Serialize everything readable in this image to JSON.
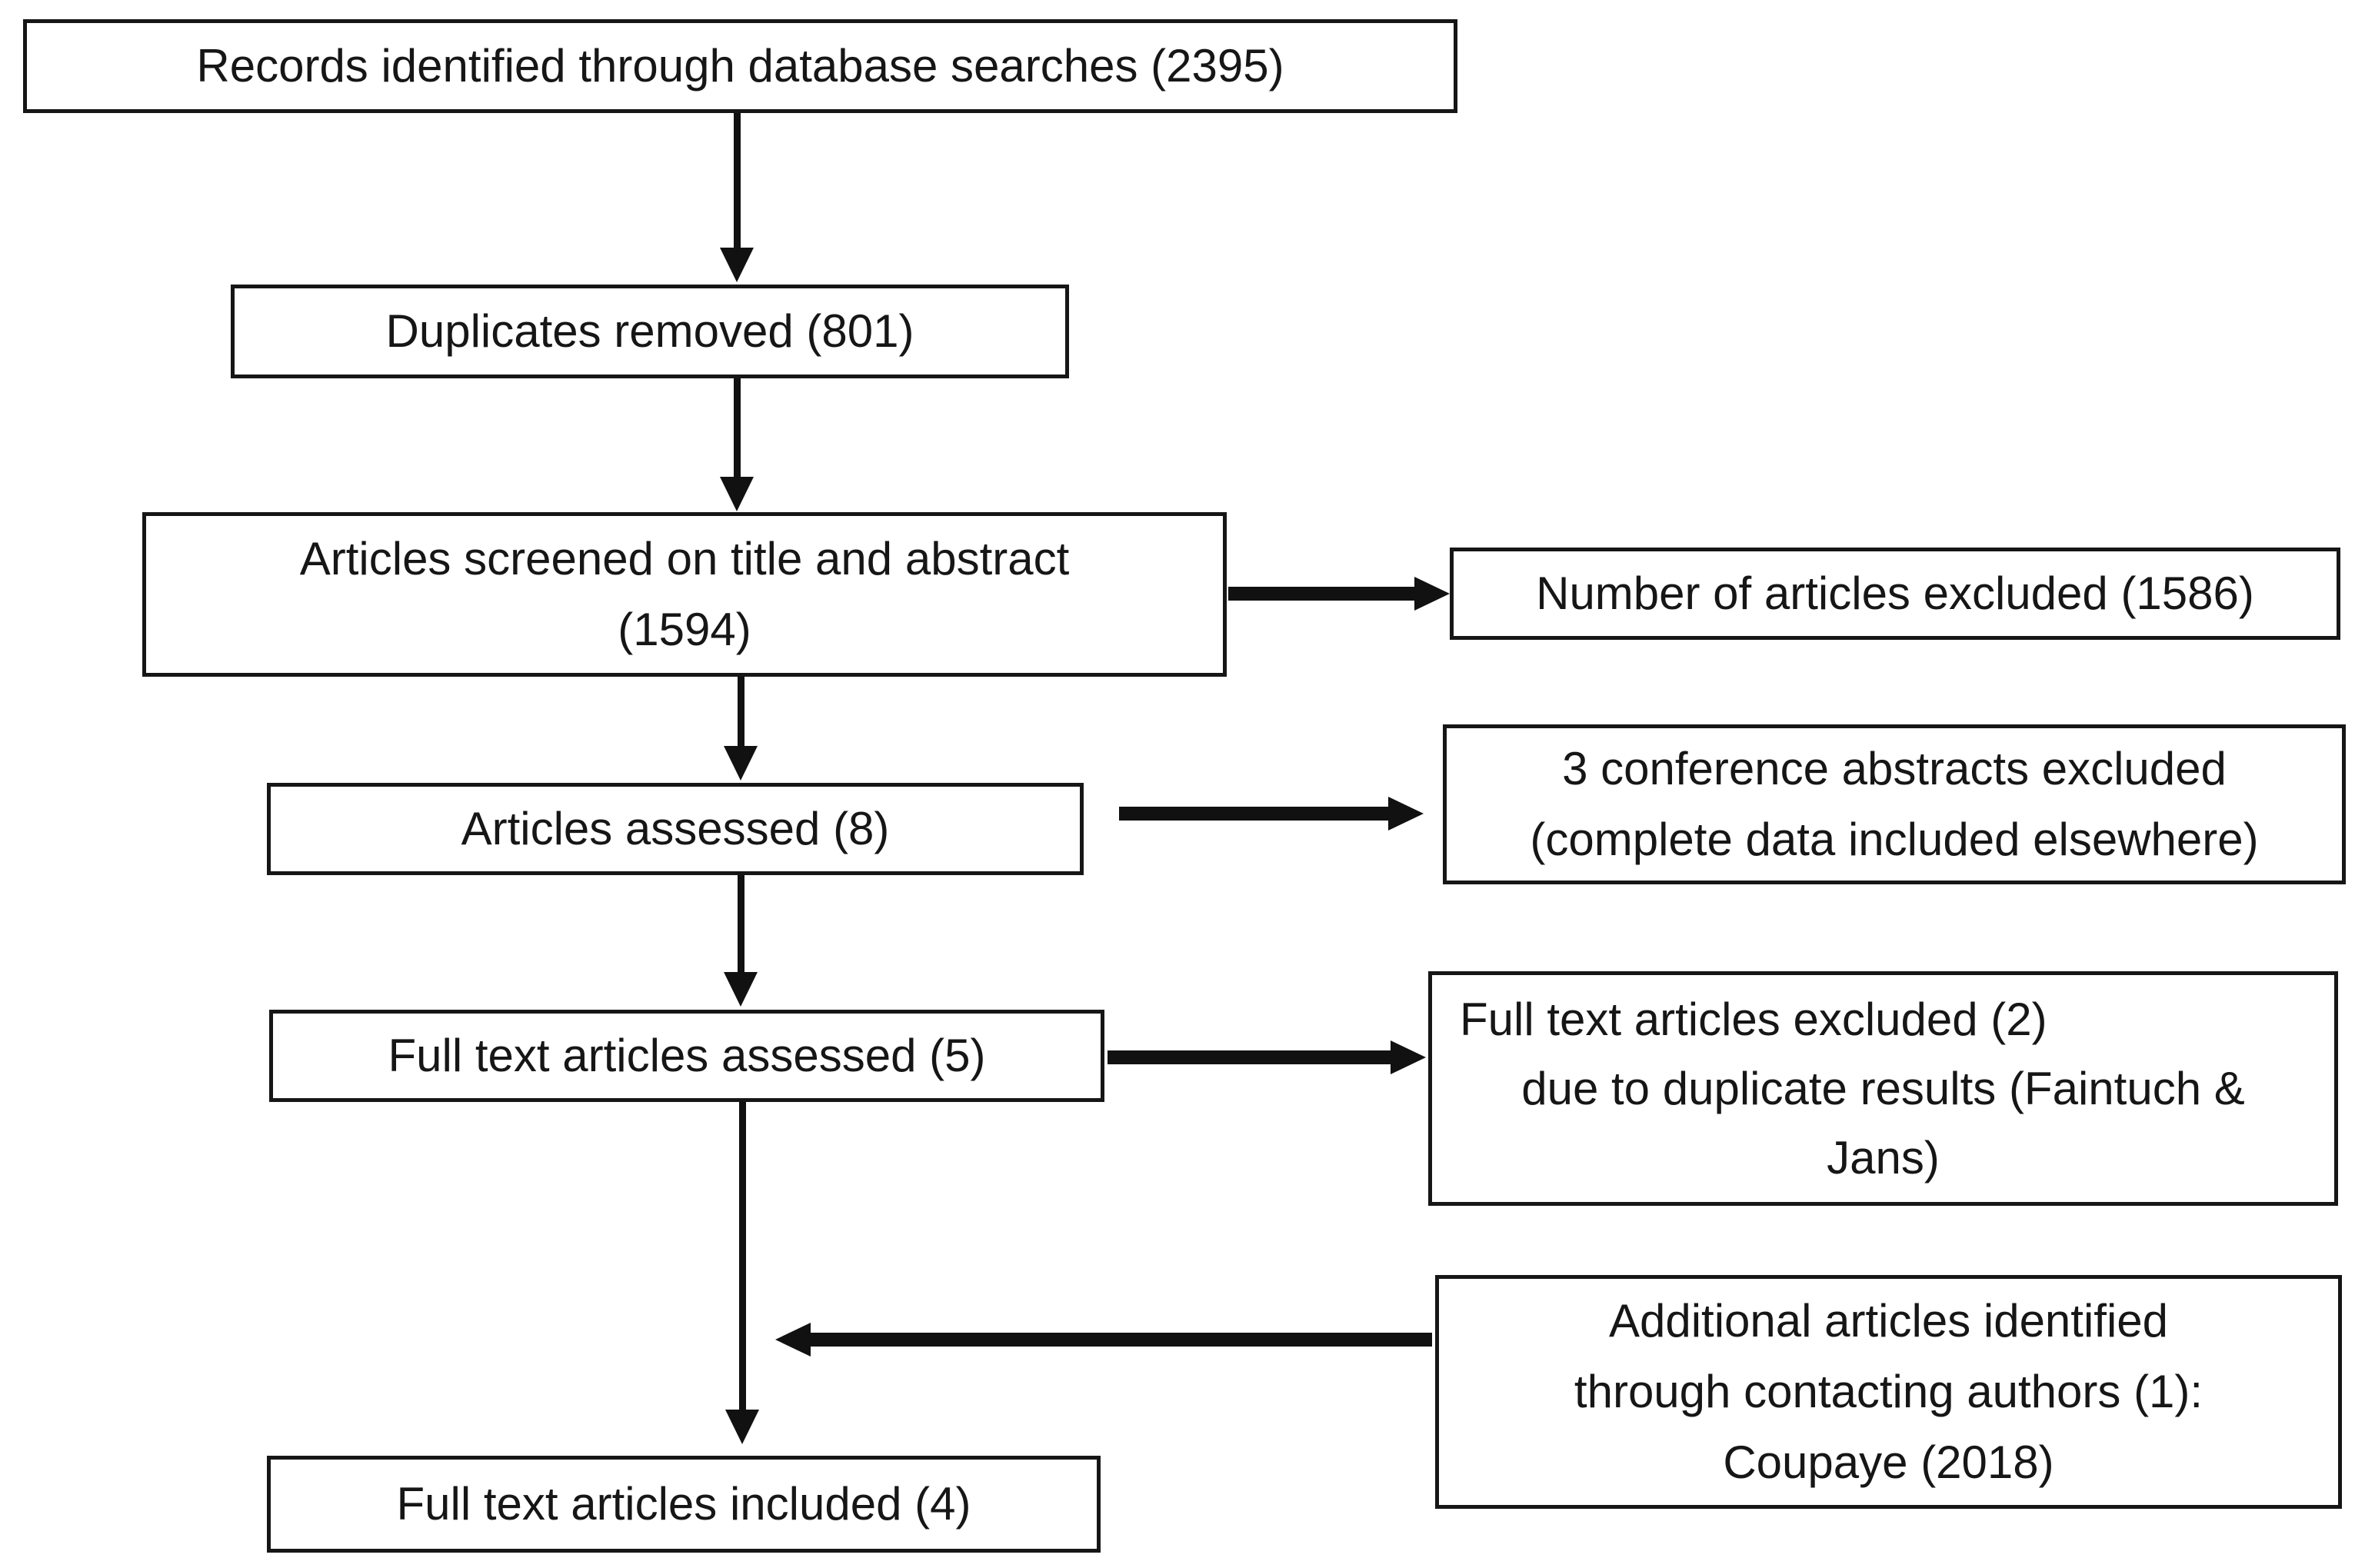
{
  "diagram_type": "flowchart",
  "main_flow": [
    {
      "id": "records",
      "label": "Records identified through database searches (2395)"
    },
    {
      "id": "duplicates",
      "label": "Duplicates removed (801)"
    },
    {
      "id": "screened",
      "label": "Articles screened on title and abstract\n(1594)"
    },
    {
      "id": "assessed",
      "label": "Articles assessed (8)"
    },
    {
      "id": "fulltext_assessed",
      "label": "Full text articles assessed (5)"
    },
    {
      "id": "fulltext_included",
      "label": "Full text articles included (4)"
    }
  ],
  "side_boxes": [
    {
      "id": "excluded_screening",
      "label": "Number of articles excluded (1586)"
    },
    {
      "id": "excluded_conference",
      "label": "3 conference abstracts excluded\n(complete data included elsewhere)"
    },
    {
      "id": "excluded_fulltext",
      "lines": [
        "Full text articles excluded (2)",
        "due to duplicate results (Faintuch &",
        "Jans)"
      ]
    },
    {
      "id": "additional_articles",
      "label": "Additional articles identified\nthrough contacting authors (1):\nCoupaye (2018)"
    }
  ],
  "edges": [
    {
      "from": "records",
      "to": "duplicates",
      "type": "down"
    },
    {
      "from": "duplicates",
      "to": "screened",
      "type": "down"
    },
    {
      "from": "screened",
      "to": "excluded_screening",
      "type": "right"
    },
    {
      "from": "screened",
      "to": "assessed",
      "type": "down"
    },
    {
      "from": "assessed",
      "to": "excluded_conference",
      "type": "right"
    },
    {
      "from": "assessed",
      "to": "fulltext_assessed",
      "type": "down"
    },
    {
      "from": "fulltext_assessed",
      "to": "excluded_fulltext",
      "type": "right"
    },
    {
      "from": "fulltext_assessed",
      "to": "fulltext_included",
      "type": "down"
    },
    {
      "from": "additional_articles",
      "to": "fulltext_included",
      "type": "left-join"
    }
  ],
  "colors": {
    "background": "#ffffff",
    "box_fill": "#ffffff",
    "box_border": "#161616",
    "arrow": "#111111",
    "text": "#161616"
  }
}
